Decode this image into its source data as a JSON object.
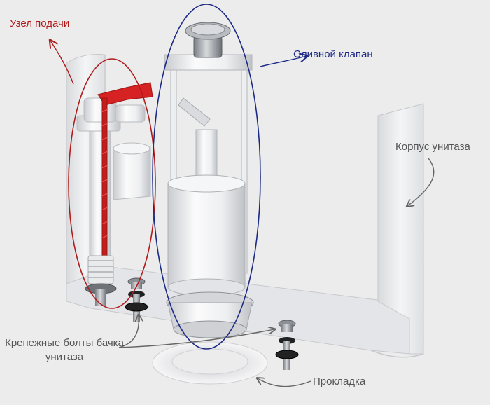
{
  "labels": {
    "feed_assembly": "Узел подачи",
    "drain_valve": "Сливной клапан",
    "toilet_body": "Корпус унитаза",
    "tank_bolts": "Крепежные болты бачка унитаза",
    "gasket": "Прокладка"
  },
  "colors": {
    "background": "#ececec",
    "feed_outline": "#b01c1c",
    "drain_outline": "#1c2a86",
    "callout_gray": "#555555",
    "float_lever_red": "#d62222"
  }
}
